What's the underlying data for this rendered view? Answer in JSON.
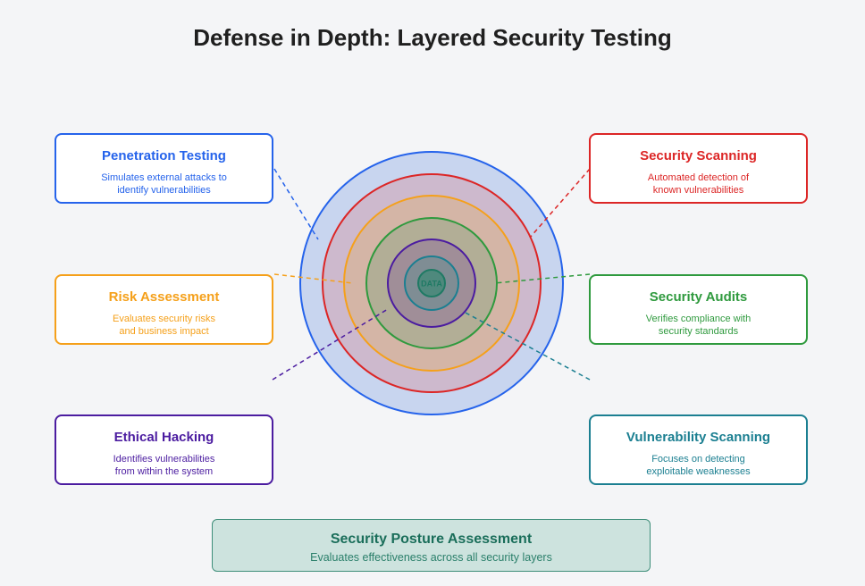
{
  "title": "Defense in Depth: Layered Security Testing",
  "core": {
    "label": "DATA",
    "label_color": "#1f7a64",
    "fill": "#4f897d",
    "stroke": "#1f7a64"
  },
  "layers": [
    {
      "name": "penetration-testing",
      "fill": "#c8d5ef",
      "stroke": "#2563eb"
    },
    {
      "name": "security-scanning",
      "fill": "#cdb9cd",
      "stroke": "#dc2626"
    },
    {
      "name": "risk-assessment",
      "fill": "#d4b5a6",
      "stroke": "#f5a01a"
    },
    {
      "name": "security-audits",
      "fill": "#b2ae96",
      "stroke": "#2f9a3e"
    },
    {
      "name": "ethical-hacking",
      "fill": "#a08e98",
      "stroke": "#4b1ca0"
    },
    {
      "name": "vulnerability-scanning",
      "fill": "#7f8d94",
      "stroke": "#1b7f91"
    }
  ],
  "cards": [
    {
      "title": "Penetration Testing",
      "lines": [
        "Simulates external attacks to",
        "identify vulnerabilities"
      ],
      "color": "#2563eb"
    },
    {
      "title": "Security Scanning",
      "lines": [
        "Automated detection of",
        "known vulnerabilities"
      ],
      "color": "#dc2626"
    },
    {
      "title": "Risk Assessment",
      "lines": [
        "Evaluates security risks",
        "and business impact"
      ],
      "color": "#f5a01a"
    },
    {
      "title": "Security Audits",
      "lines": [
        "Verifies compliance with",
        "security standards"
      ],
      "color": "#2f9a3e"
    },
    {
      "title": "Ethical Hacking",
      "lines": [
        "Identifies vulnerabilities",
        "from within the system"
      ],
      "color": "#4b1ca0"
    },
    {
      "title": "Vulnerability Scanning",
      "lines": [
        "Focuses on detecting",
        "exploitable weaknesses"
      ],
      "color": "#1b7f91"
    }
  ],
  "posture": {
    "title": "Security Posture Assessment",
    "description": "Evaluates effectiveness across all security layers",
    "title_color": "#1a6e5a",
    "desc_color": "#2a7f6a",
    "fill": "#cde3de",
    "border": "#3e8e79"
  }
}
